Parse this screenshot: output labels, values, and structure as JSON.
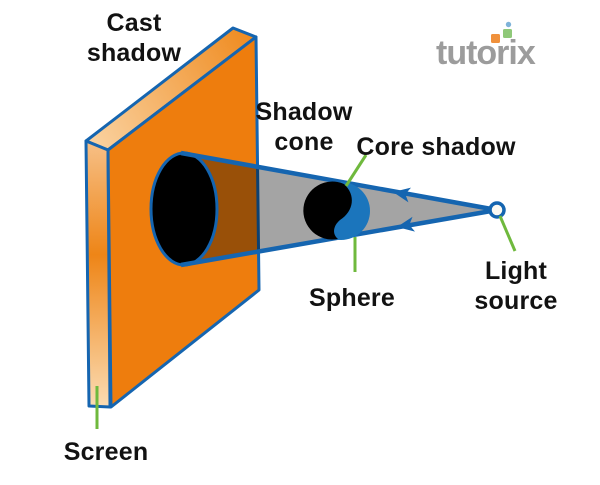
{
  "logo": {
    "text": "tutorix",
    "colors": {
      "text_gray": "#9c9c9c",
      "dot_orange": "#f0913c",
      "dot_green": "#8fc979",
      "dot_blue": "#7fb3d9"
    }
  },
  "labels": {
    "cast_shadow": "Cast\nshadow",
    "shadow_cone": "Shadow\ncone",
    "core_shadow": "Core shadow",
    "sphere": "Sphere",
    "light_source": "Light\nsource",
    "screen": "Screen"
  },
  "diagram": {
    "colors": {
      "screen_orange": "#ee7d0d",
      "screen_edge_light": "#fbd9ad",
      "outline_blue": "#1565b0",
      "sphere_blue": "#1b75bc",
      "shadow_cone_fill": "rgba(0,0,0,0.355)",
      "cast_shadow_fill": "#000000",
      "leader_green": "#6fb93d",
      "light_source_fill": "#fcfaf2"
    }
  }
}
